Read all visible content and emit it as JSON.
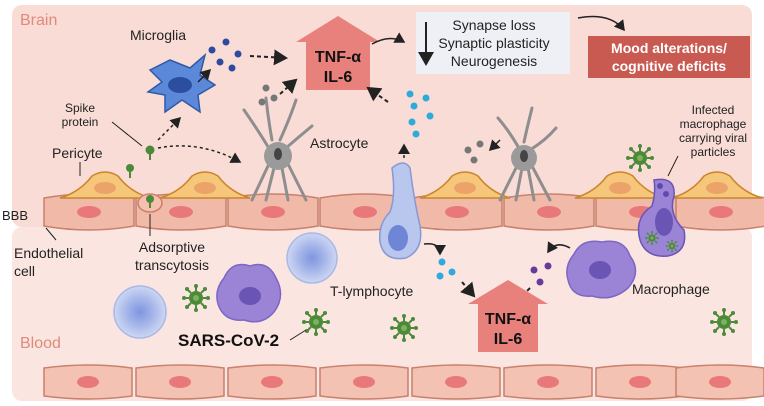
{
  "regions": {
    "brain": "Brain",
    "blood": "Blood",
    "bbb": "BBB"
  },
  "labels": {
    "microglia": "Microglia",
    "spike_protein_line1": "Spike",
    "spike_protein_line2": "protein",
    "pericyte": "Pericyte",
    "astrocyte": "Astrocyte",
    "infected_macrophage_line1": "Infected",
    "infected_macrophage_line2": "macrophage",
    "infected_macrophage_line3": "carrying viral",
    "infected_macrophage_line4": "particles",
    "endothelial_line1": "Endothelial",
    "endothelial_line2": "cell",
    "adsorptive_line1": "Adsorptive",
    "adsorptive_line2": "transcytosis",
    "t_lymphocyte": "T-lymphocyte",
    "macrophage": "Macrophage",
    "sars_cov2": "SARS-CoV-2"
  },
  "cytokines": {
    "line1": "TNF-α",
    "line2": "IL-6"
  },
  "effects": {
    "items": [
      "Synapse loss",
      "Synaptic plasticity",
      "Neurogenesis"
    ]
  },
  "outcome": {
    "line1": "Mood alterations/",
    "line2": "cognitive deficits"
  },
  "colors": {
    "brain_bg": "#f9dcd6",
    "blood_bg": "#fbe5e0",
    "endothelial": "#f0b9a8",
    "pericyte": "#f6c67a",
    "cytokine_arrow": "#e8807c",
    "outcome_box": "#c95a52",
    "microglia": "#4a7bd0",
    "virus": "#4c8a3a",
    "macrophage": "#9b84d6",
    "lymphocyte": "#b9c7ee"
  }
}
